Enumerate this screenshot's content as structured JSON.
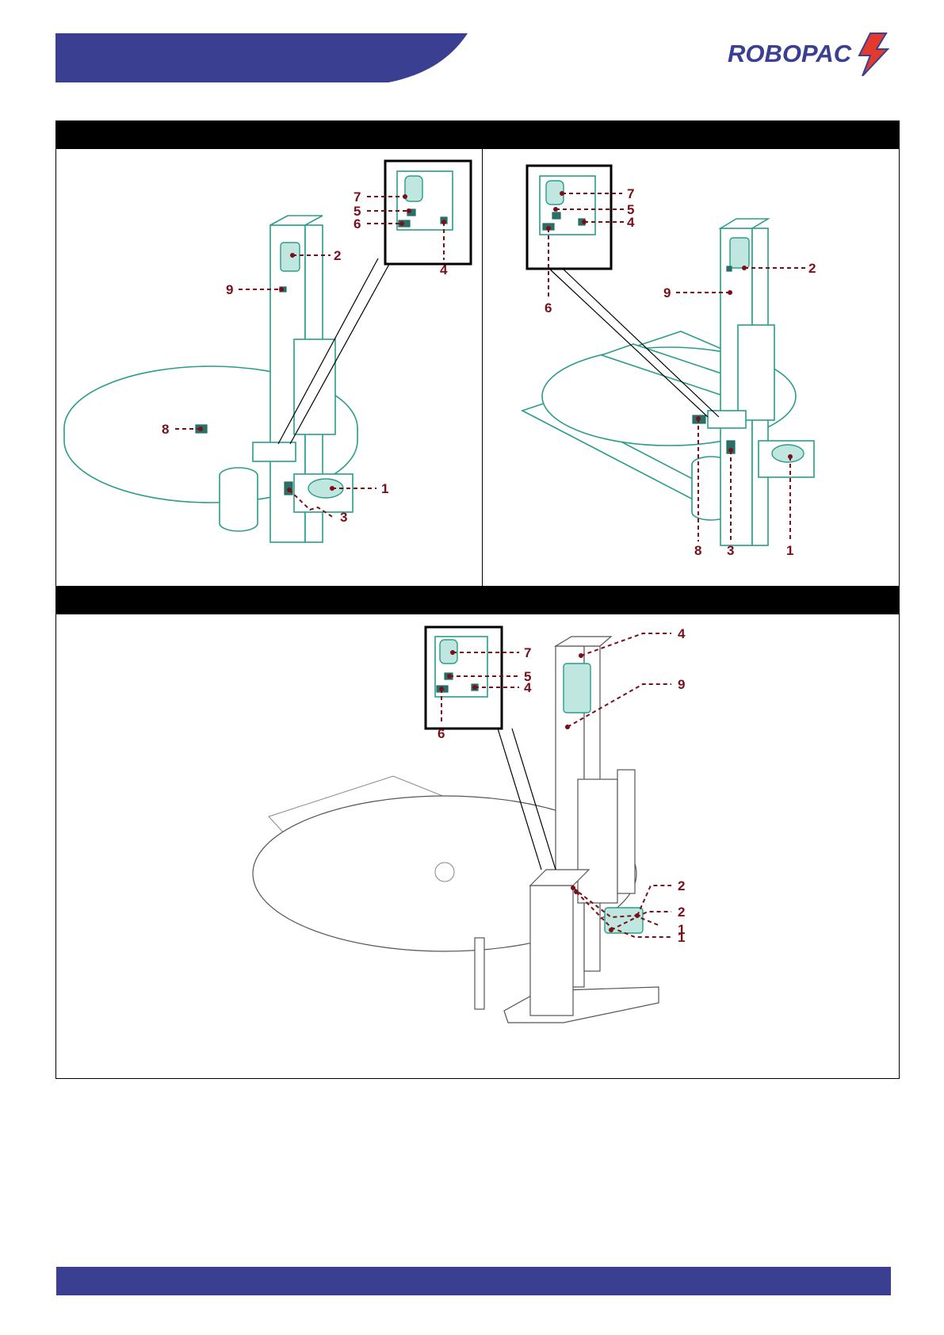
{
  "brand": {
    "logo_text": "ROBOPAC",
    "header_color": "#3b3f91",
    "callout_color": "#7a0f1a",
    "machine_color": "#2a9d8a"
  },
  "figures": [
    {
      "id": "top-left",
      "callouts": [
        "1",
        "2",
        "3",
        "4",
        "5",
        "6",
        "7",
        "8",
        "9"
      ]
    },
    {
      "id": "top-right",
      "callouts": [
        "1",
        "2",
        "3",
        "4",
        "5",
        "6",
        "7",
        "8",
        "9"
      ]
    },
    {
      "id": "bottom",
      "callouts": [
        "1",
        "1",
        "2",
        "2",
        "4",
        "4",
        "5",
        "6",
        "7",
        "9"
      ]
    }
  ]
}
